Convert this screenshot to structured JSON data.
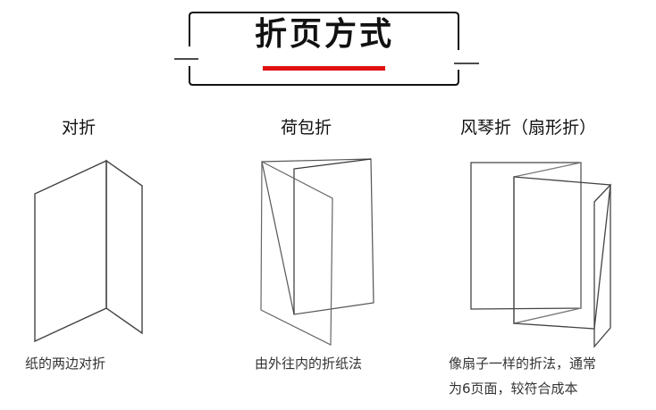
{
  "header": {
    "title": "折页方式",
    "accent_color": "#e01010"
  },
  "folds": [
    {
      "name": "对折",
      "caption_lines": [
        "纸的两边对折"
      ]
    },
    {
      "name": "荷包折",
      "caption_lines": [
        "由外往内的折纸法"
      ]
    },
    {
      "name": "风琴折（扇形折）",
      "caption_lines": [
        "像扇子一样的折法，通常",
        "为6页面，较符合成本"
      ]
    }
  ]
}
